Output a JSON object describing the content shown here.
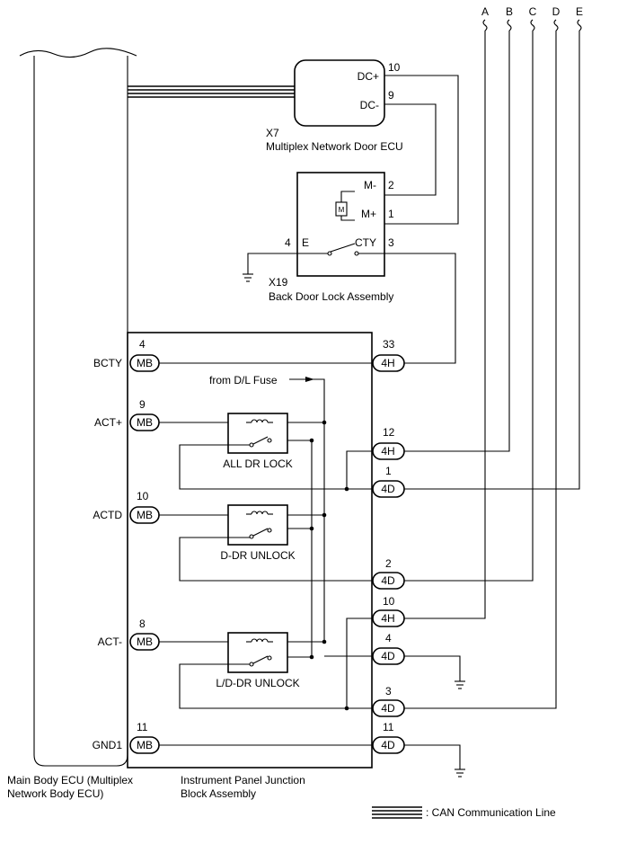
{
  "columns": [
    {
      "letter": "A"
    },
    {
      "letter": "B"
    },
    {
      "letter": "C"
    },
    {
      "letter": "D"
    },
    {
      "letter": "E"
    }
  ],
  "door_ecu": {
    "code": "X7",
    "name": "Multiplex Network Door ECU",
    "pins": [
      {
        "label": "DC+",
        "num": "10"
      },
      {
        "label": "DC-",
        "num": "9"
      }
    ]
  },
  "back_door": {
    "code": "X19",
    "name": "Back Door Lock Assembly",
    "motor": "M",
    "pins": [
      {
        "label": "M-",
        "num": "2"
      },
      {
        "label": "M+",
        "num": "1"
      },
      {
        "label": "CTY",
        "num": "3"
      },
      {
        "label": "E",
        "num": "4"
      }
    ]
  },
  "main_ecu": {
    "name_line1": "Main Body ECU (Multiplex",
    "name_line2": "Network Body ECU)"
  },
  "jb": {
    "name_line1": "Instrument Panel Junction",
    "name_line2": "Block Assembly",
    "fuse_label": "from D/L Fuse",
    "left_pins": [
      {
        "signal": "BCTY",
        "num": "4",
        "conn": "MB"
      },
      {
        "signal": "ACT+",
        "num": "9",
        "conn": "MB"
      },
      {
        "signal": "ACTD",
        "num": "10",
        "conn": "MB"
      },
      {
        "signal": "ACT-",
        "num": "8",
        "conn": "MB"
      },
      {
        "signal": "GND1",
        "num": "11",
        "conn": "MB"
      }
    ],
    "right_pins": [
      {
        "num": "33",
        "conn": "4H"
      },
      {
        "num": "12",
        "conn": "4H"
      },
      {
        "num": "1",
        "conn": "4D"
      },
      {
        "num": "2",
        "conn": "4D"
      },
      {
        "num": "10",
        "conn": "4H"
      },
      {
        "num": "4",
        "conn": "4D"
      },
      {
        "num": "3",
        "conn": "4D"
      },
      {
        "num": "11",
        "conn": "4D"
      }
    ],
    "relays": [
      {
        "label": "ALL DR LOCK"
      },
      {
        "label": "D-DR UNLOCK"
      },
      {
        "label": "L/D-DR UNLOCK"
      }
    ]
  },
  "legend": {
    "text": ": CAN Communication Line"
  }
}
